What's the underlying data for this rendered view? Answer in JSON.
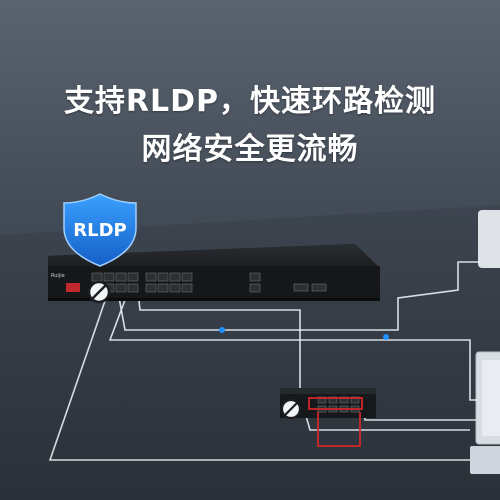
{
  "headline": {
    "line1": "支持RLDP，快速环路检测",
    "line2": "网络安全更流畅"
  },
  "shield_badge": {
    "label": "RLDP"
  },
  "main_switch": {
    "brand": "Ruijie"
  },
  "colors": {
    "shield": "#1d7fe0",
    "cable": "#e8eef4",
    "loop_cable": "#d02828",
    "blink_dot": "#1e90ff"
  },
  "icons": [
    "shield-icon",
    "prohibited-icon"
  ]
}
